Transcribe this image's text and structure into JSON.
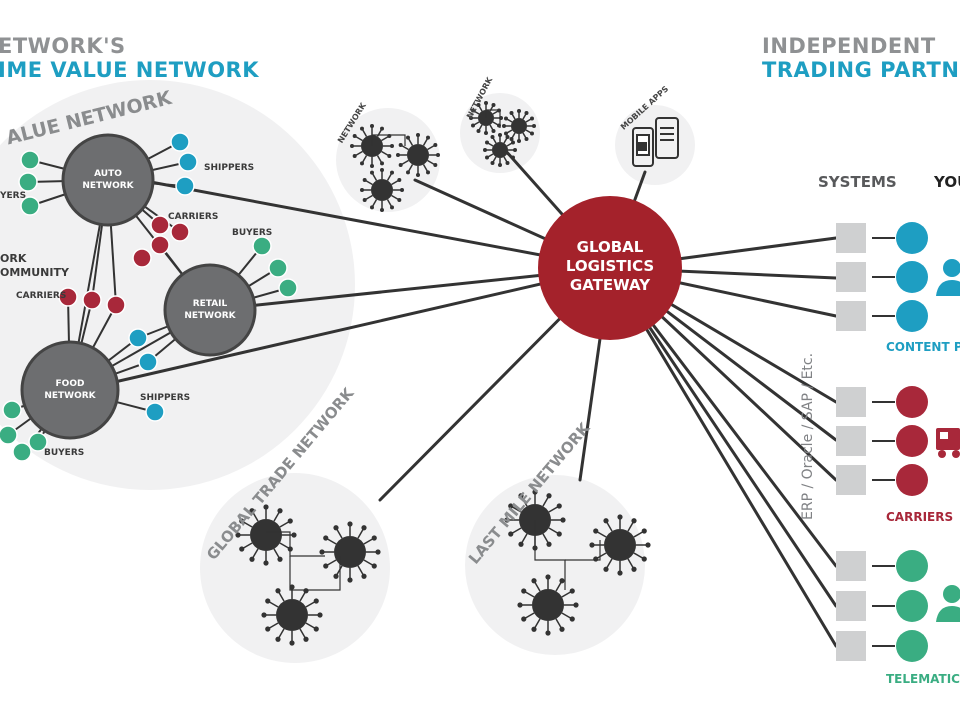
{
  "header": {
    "left_line1": "ETWORK'S",
    "left_line2": "IME VALUE NETWORK",
    "right_line1": "INDEPENDENT",
    "right_line2": "TRADING PARTNERS"
  },
  "value_network": {
    "arc_title": "ALUE NETWORK",
    "hubs": {
      "auto": [
        "AUTO",
        "NETWORK"
      ],
      "retail": [
        "RETAIL",
        "NETWORK"
      ],
      "food": [
        "FOOD",
        "NETWORK"
      ]
    },
    "labels": {
      "shippers_top": "SHIPPERS",
      "buyers_left": "YERS",
      "carriers_mid": "CARRIERS",
      "buyers_right": "BUYERS",
      "community_line1": "ORK",
      "community_line2": "OMMUNITY",
      "carriers_left": "CARRIERS",
      "shippers_bottom": "SHIPPERS",
      "buyers_bottom": "BUYERS"
    }
  },
  "gateway": {
    "line1": "GLOBAL",
    "line2": "LOGISTICS",
    "line3": "GATEWAY"
  },
  "small_networks": {
    "net1": "NETWORK",
    "net2": "NETWORK",
    "mobile": "MOBILE APPS"
  },
  "bottom_networks": {
    "global_trade": "GLOBAL TRADE NETWORK",
    "last_mile": "LAST MILE NETWORK"
  },
  "partners": {
    "systems_head": "SYSTEMS",
    "you_head": "YOU",
    "erp_label": "ERP / Oracle / SAP / Etc.",
    "content_label": "CONTENT P",
    "carriers_label": "CARRIERS",
    "telematic_label": "TELEMATIC"
  },
  "colors": {
    "gateway_red": "#a4222b",
    "blue": "#1e9ec2",
    "green": "#3aad82",
    "red_node": "#a8283a",
    "hub_gray": "#6d6e70",
    "cluster_bg": "#f1f1f2",
    "line": "#333333",
    "square": "#cfd0d1"
  },
  "icons": [
    "person-icon",
    "truck-icon",
    "person-icon",
    "smartphone-icon",
    "tablet-icon"
  ]
}
